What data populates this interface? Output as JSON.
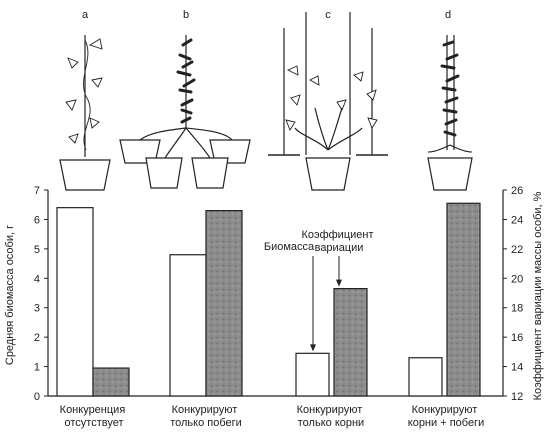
{
  "panel_letters": [
    "a",
    "b",
    "c",
    "d"
  ],
  "chart_data": {
    "type": "bar",
    "categories": [
      [
        "Конкуренция",
        "отсутствует"
      ],
      [
        "Конкурируют",
        "только побеги"
      ],
      [
        "Конкурируют",
        "только корни"
      ],
      [
        "Конкурируют",
        "корни + побеги"
      ]
    ],
    "series": [
      {
        "name": "Биомасса",
        "axis": "left",
        "fill": "#ffffff",
        "values": [
          6.4,
          4.8,
          1.45,
          1.3
        ]
      },
      {
        "name": "Коэффициент вариации",
        "axis": "right",
        "fill": "#8a8a8a",
        "values": [
          13.9,
          24.6,
          19.3,
          25.1
        ]
      }
    ],
    "ylabel": "Средняя биомасса особи, г",
    "ylabel_right": "Коэффициент вариации массы особи, %",
    "ylim": [
      0,
      7
    ],
    "ylim_right": [
      12,
      26
    ],
    "yticks": [
      0,
      1,
      2,
      3,
      4,
      5,
      6,
      7
    ],
    "yticks_right": [
      12,
      14,
      16,
      18,
      20,
      22,
      24,
      26
    ],
    "annotations": [
      {
        "text": "Биомасса",
        "target_series": 0,
        "category": 2
      },
      {
        "text": [
          "Коэффициент",
          "вариации"
        ],
        "target_series": 1,
        "category": 2
      }
    ]
  }
}
